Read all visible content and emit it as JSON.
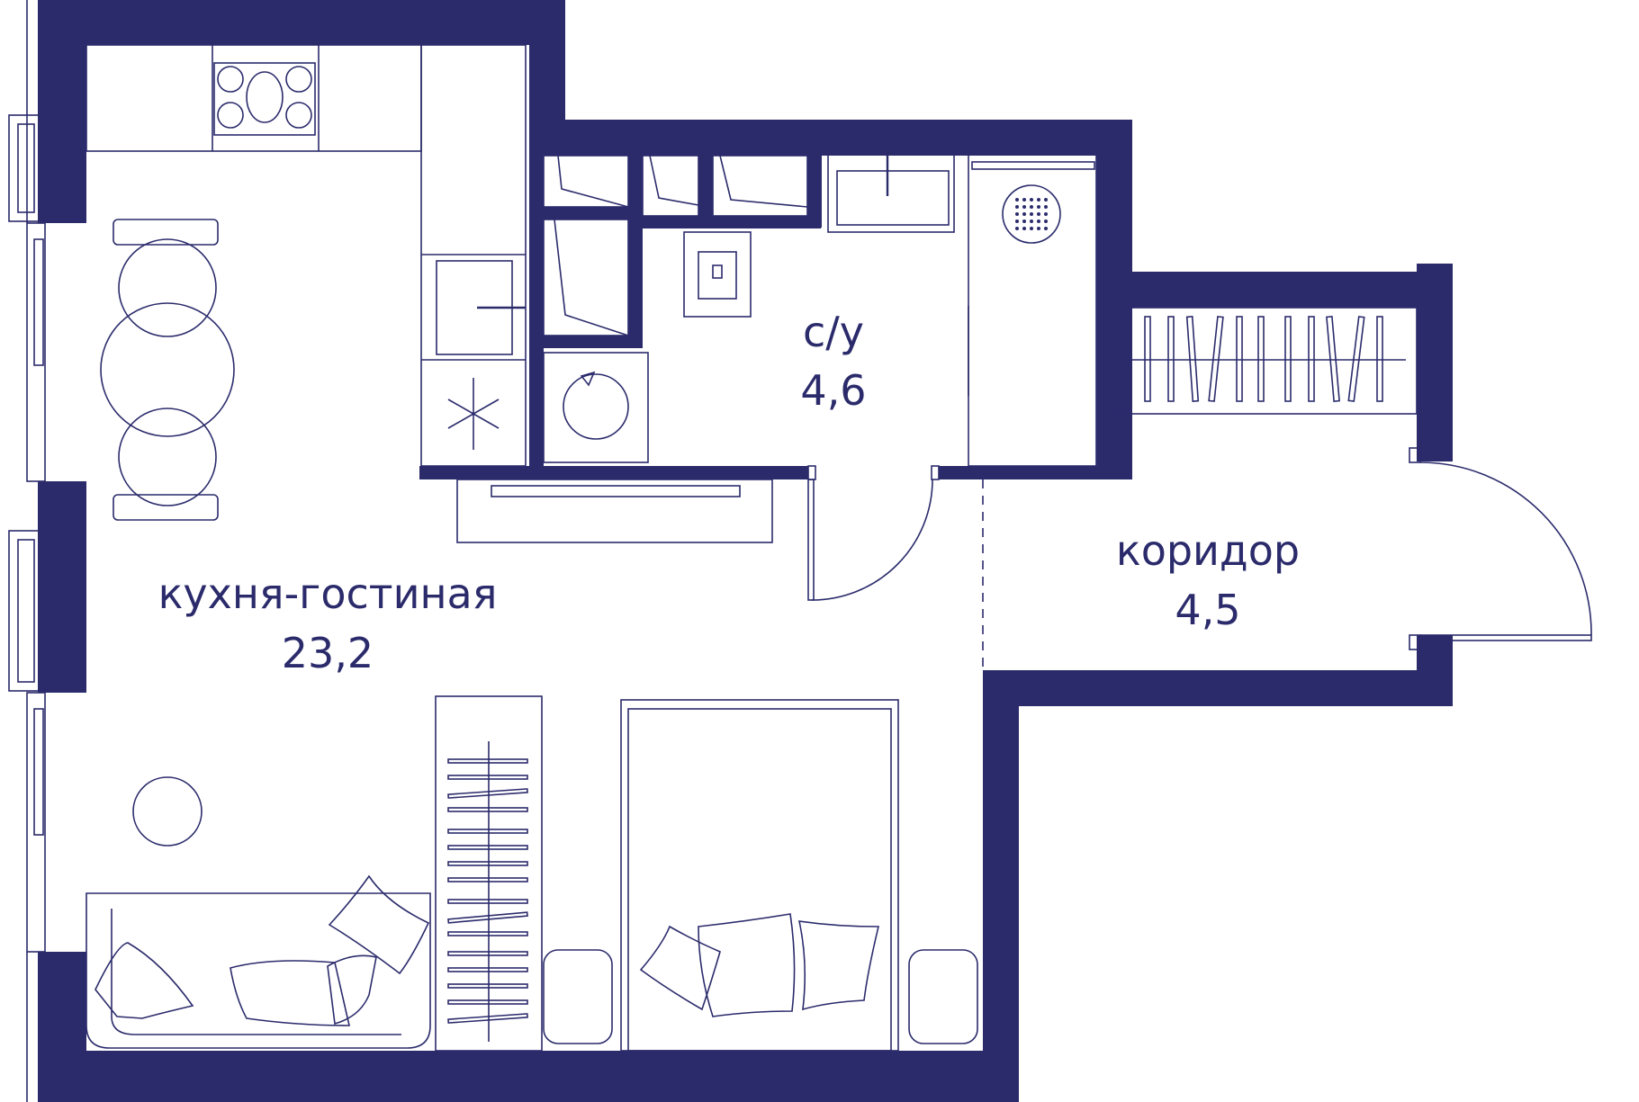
{
  "colors": {
    "wall": "#2b2b6c",
    "background": "#ffffff"
  },
  "rooms": [
    {
      "id": "kitchen_living",
      "name": "кухня-гостиная",
      "area": "23,2"
    },
    {
      "id": "bathroom",
      "name": "с/у",
      "area": "4,6"
    },
    {
      "id": "corridor",
      "name": "коридор",
      "area": "4,5"
    }
  ],
  "icons": [
    "stove-icon",
    "sink-icon",
    "washing-machine-icon",
    "shower-icon",
    "toilet-icon",
    "sofa-icon",
    "bed-icon",
    "wardrobe-icon",
    "door-icon",
    "window-icon"
  ]
}
